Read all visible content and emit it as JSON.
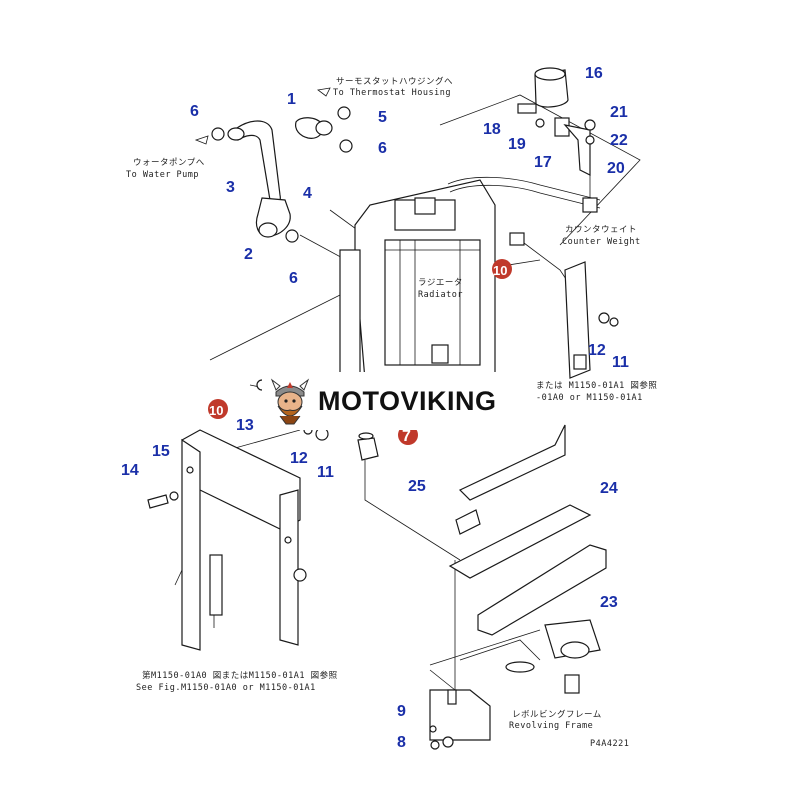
{
  "callouts": {
    "c1": "1",
    "c2": "2",
    "c3": "3",
    "c4": "4",
    "c5": "5",
    "c6a": "6",
    "c6b": "6",
    "c6c": "6",
    "c7": "7",
    "c8": "8",
    "c9": "9",
    "c10a": "10",
    "c10b": "10",
    "c11a": "11",
    "c11b": "11",
    "c12a": "12",
    "c12b": "12",
    "c13": "13",
    "c14": "14",
    "c15": "15",
    "c16": "16",
    "c17": "17",
    "c18": "18",
    "c19": "19",
    "c20": "20",
    "c21": "21",
    "c22": "22",
    "c23": "23",
    "c24": "24",
    "c25": "25"
  },
  "notes": {
    "thermostat_jp": "サーモスタットハウジングへ",
    "thermostat_en": "To Thermostat Housing",
    "water_pump_jp": "ウォータポンプへ",
    "water_pump_en": "To Water Pump",
    "counter_weight_jp": "カウンタウェイト",
    "counter_weight_en": "Counter Weight",
    "radiator_jp": "ラジエータ",
    "radiator_en": "Radiator",
    "see_fig_right_jp": "または M1150-01A1 図参照",
    "see_fig_right_en": "-01A0 or M1150-01A1",
    "see_fig_left_jp": "第M1150-01A0 図またはM1150-01A1 図参照",
    "see_fig_left_en": "See Fig.M1150-01A0 or M1150-01A1",
    "revolving_jp": "レボルビングフレーム",
    "revolving_en": "Revolving Frame",
    "figure_code": "P4A4221"
  },
  "logo": {
    "text": "MOTOVIKING",
    "accent": "#c0392b"
  },
  "colors": {
    "callout": "#1a2fa8",
    "callout_circle": "#c0392b",
    "line": "#1a1a1a"
  }
}
